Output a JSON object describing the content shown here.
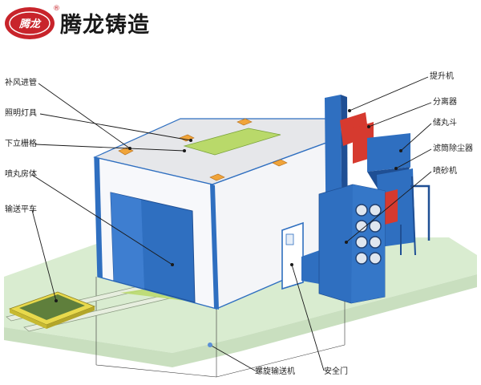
{
  "logo": {
    "mark_text": "腾龙",
    "registered": "®",
    "company_name": "腾龙铸造",
    "mark_color": "#c8242b"
  },
  "labels": {
    "supplementary_air_duct": "补风进管",
    "lighting_fixture": "照明灯具",
    "bottom_grille": "下立栅格",
    "blast_room_body": "喷丸房体",
    "transport_cart": "输送平车",
    "bucket_elevator": "提升机",
    "separator": "分离器",
    "shot_hopper": "储丸斗",
    "cartridge_dust_collector": "滤筒除尘器",
    "blasting_machine": "喷砂机",
    "screw_conveyor": "螺旋输送机",
    "safety_door": "安全门"
  },
  "colors": {
    "booth_blue": "#2f6fc0",
    "wall_white": "#f7f8fb",
    "roof_gray": "#e6e7ea",
    "floor_green": "#d9ecd0",
    "elevator_red": "#d63a2f",
    "lamp_orange": "#f0a43a",
    "cart_green": "#5f7f3c",
    "cart_yellow": "#e8d94c",
    "vent_green": "#b9d96a"
  }
}
